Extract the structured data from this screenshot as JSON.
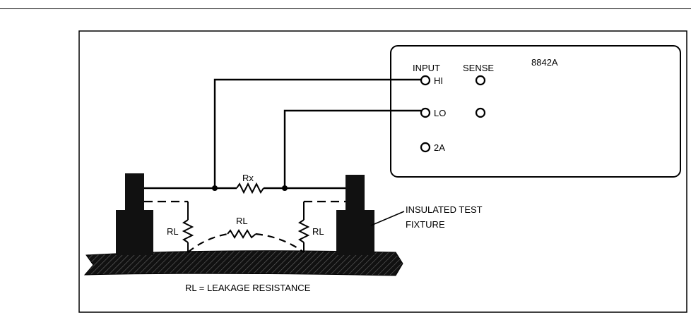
{
  "meter": {
    "model": "8842A",
    "input_label": "INPUT",
    "sense_label": "SENSE",
    "terminal_hi": "HI",
    "terminal_lo": "LO",
    "terminal_2a": "2A"
  },
  "circuit": {
    "rx_label": "Rx",
    "rl_left": "RL",
    "rl_middle": "RL",
    "rl_right": "RL"
  },
  "fixture": {
    "label_line1": "INSULATED TEST",
    "label_line2": "FIXTURE"
  },
  "caption": "RL = LEAKAGE RESISTANCE"
}
